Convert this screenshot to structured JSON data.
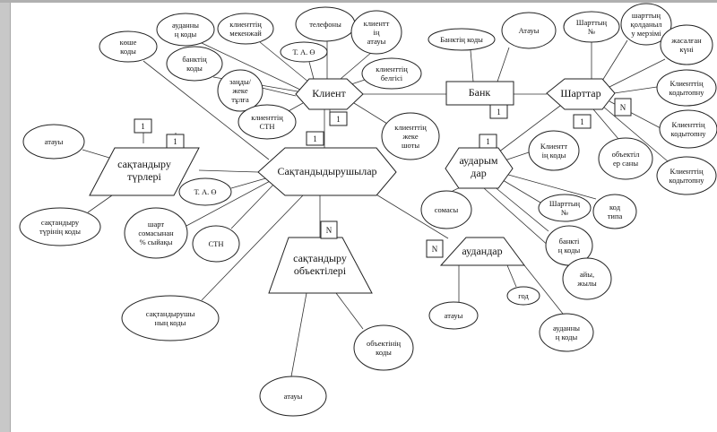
{
  "entities": [
    {
      "id": "client",
      "lines": [
        "Клиент"
      ]
    },
    {
      "id": "bank",
      "lines": [
        "Банк"
      ]
    },
    {
      "id": "contracts",
      "lines": [
        "Шарттар"
      ]
    },
    {
      "id": "insurers",
      "lines": [
        "Сақтандыдырушылар"
      ]
    },
    {
      "id": "ins_types",
      "lines": [
        "сақтандыру",
        "түрлері"
      ]
    },
    {
      "id": "ins_objects",
      "lines": [
        "сақтандыру",
        "объектілері"
      ]
    },
    {
      "id": "districts",
      "lines": [
        "аудандар"
      ]
    },
    {
      "id": "transfers",
      "lines": [
        "аударым",
        "дар"
      ]
    }
  ],
  "attributes": [
    {
      "id": "a1",
      "lines": [
        "көше",
        "коды"
      ]
    },
    {
      "id": "a2",
      "lines": [
        "ауданны",
        "ң коды"
      ]
    },
    {
      "id": "a3",
      "lines": [
        "клиенттің",
        "мекенжай"
      ]
    },
    {
      "id": "a4",
      "lines": [
        "телефоны"
      ]
    },
    {
      "id": "a5",
      "lines": [
        "клиентт",
        "ің",
        "атауы"
      ]
    },
    {
      "id": "a6",
      "lines": [
        "Т. А. Ө"
      ]
    },
    {
      "id": "a7",
      "lines": [
        "банктің",
        "коды"
      ]
    },
    {
      "id": "a8",
      "lines": [
        "заңды/",
        "жеке",
        "тұлға"
      ]
    },
    {
      "id": "a9",
      "lines": [
        "клиенттің",
        "белгісі"
      ]
    },
    {
      "id": "a10",
      "lines": [
        "клиенттің",
        "СТН"
      ]
    },
    {
      "id": "a11",
      "lines": [
        "клиенттің",
        "жеке",
        "шоты"
      ]
    },
    {
      "id": "a12",
      "lines": [
        "Банктің коды"
      ]
    },
    {
      "id": "a13",
      "lines": [
        "Атауы"
      ]
    },
    {
      "id": "a14",
      "lines": [
        "Шарттың",
        "№"
      ]
    },
    {
      "id": "a15",
      "lines": [
        "шарттың",
        "қолданыл",
        "у мерзімі"
      ]
    },
    {
      "id": "a16",
      "lines": [
        "жасалған",
        "күні"
      ]
    },
    {
      "id": "a17",
      "lines": [
        "Клиенттің",
        "кодытопну"
      ]
    },
    {
      "id": "a18",
      "lines": [
        "Клиенттің",
        "кодытопну"
      ]
    },
    {
      "id": "a19",
      "lines": [
        "Клиенттің",
        "кодытопну"
      ]
    },
    {
      "id": "a20",
      "lines": [
        "объектіл",
        "ер саны"
      ]
    },
    {
      "id": "a21",
      "lines": [
        "Клиентт",
        "ің коды"
      ]
    },
    {
      "id": "a22",
      "lines": [
        "атауы"
      ]
    },
    {
      "id": "a23",
      "lines": [
        "сақтандыру",
        "түрінің коды"
      ]
    },
    {
      "id": "a24",
      "lines": [
        "Т. А. Ө"
      ]
    },
    {
      "id": "a25",
      "lines": [
        "шарт",
        "сомасынан",
        "% сыйақы"
      ]
    },
    {
      "id": "a26",
      "lines": [
        "СТН"
      ]
    },
    {
      "id": "a27",
      "lines": [
        "сақтандырушы",
        "ның коды"
      ]
    },
    {
      "id": "a28",
      "lines": [
        "объектінің",
        "коды"
      ]
    },
    {
      "id": "a29",
      "lines": [
        "атауы"
      ]
    },
    {
      "id": "a30",
      "lines": [
        "сомасы"
      ]
    },
    {
      "id": "a31",
      "lines": [
        "Шарттың",
        "№"
      ]
    },
    {
      "id": "a32",
      "lines": [
        "код",
        "типа"
      ]
    },
    {
      "id": "a33",
      "lines": [
        "банкті",
        "ң коды"
      ]
    },
    {
      "id": "a34",
      "lines": [
        "айы,",
        "жылы"
      ]
    },
    {
      "id": "a35",
      "lines": [
        "год"
      ]
    },
    {
      "id": "a36",
      "lines": [
        "атауы"
      ]
    },
    {
      "id": "a37",
      "lines": [
        "ауданны",
        "ң коды"
      ]
    }
  ],
  "cardinalities": [
    "1",
    "1",
    "1",
    "1",
    "1",
    "1",
    "N",
    "1",
    "N",
    "N"
  ]
}
